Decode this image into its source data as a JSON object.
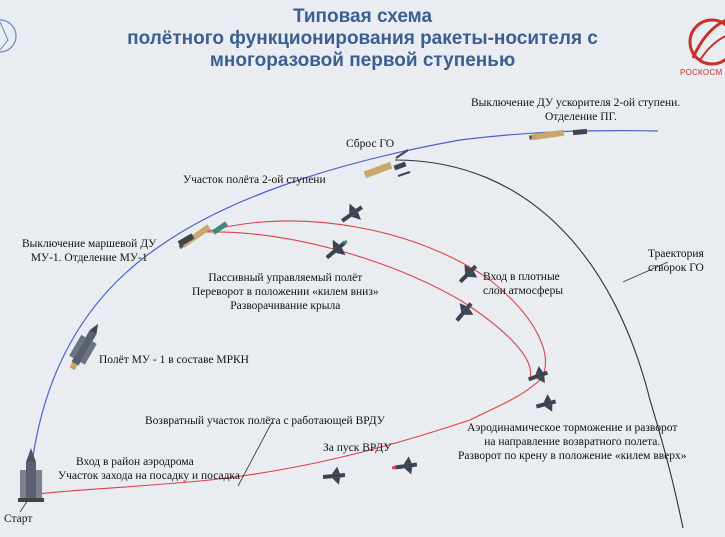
{
  "title": {
    "line1": "Типовая схема",
    "line2": "полётного функционирования ракеты-носителя с",
    "line3": "многоразовой первой ступенью"
  },
  "logo": {
    "text": "РОСКОСМ"
  },
  "labels": {
    "upper_stage_cutoff_1": "Выключение ДУ ускорителя 2-ой ступени.",
    "upper_stage_cutoff_2": "Отделение ПГ.",
    "fairing_jettison": "Сброс ГО",
    "second_stage_flight": "Участок полёта 2-ой ступени",
    "main_engine_cutoff_1": "Выключение маршевой ДУ",
    "main_engine_cutoff_2": "МУ-1. Отделение МУ-1",
    "passive_flight_1": "Пассивный управляемый полёт",
    "passive_flight_2": "Переворот в положении «килем вниз»",
    "passive_flight_3": "Разворачивание крыла",
    "atmosphere_entry_1": "Вход в плотные",
    "atmosphere_entry_2": "слои атмосферы",
    "fairing_trajectory_1": "Траектория",
    "fairing_trajectory_2": "створок ГО",
    "mu1_flight": "Полёт МУ - 1 в составе МРКН",
    "return_flight": "Возвратный участок полёта с работающей ВРДУ",
    "aero_braking_1": "Аэродинамическое торможение и разворот",
    "aero_braking_2": "на направление возвратного полета.",
    "aero_braking_3": "Разворот по крену в положение «килем вверх»",
    "vrdu_start": "За пуск ВРДУ",
    "airfield_1": "Вход в район аэродрома",
    "airfield_2": "Участок захода на посадку и посадка",
    "start": "Старт"
  },
  "colors": {
    "ascent_trajectory": "#4a62c9",
    "return_trajectory": "#e0404a",
    "fairing_trajectory": "#303030",
    "title": "#3d5e91",
    "logo": "#c8302a"
  }
}
